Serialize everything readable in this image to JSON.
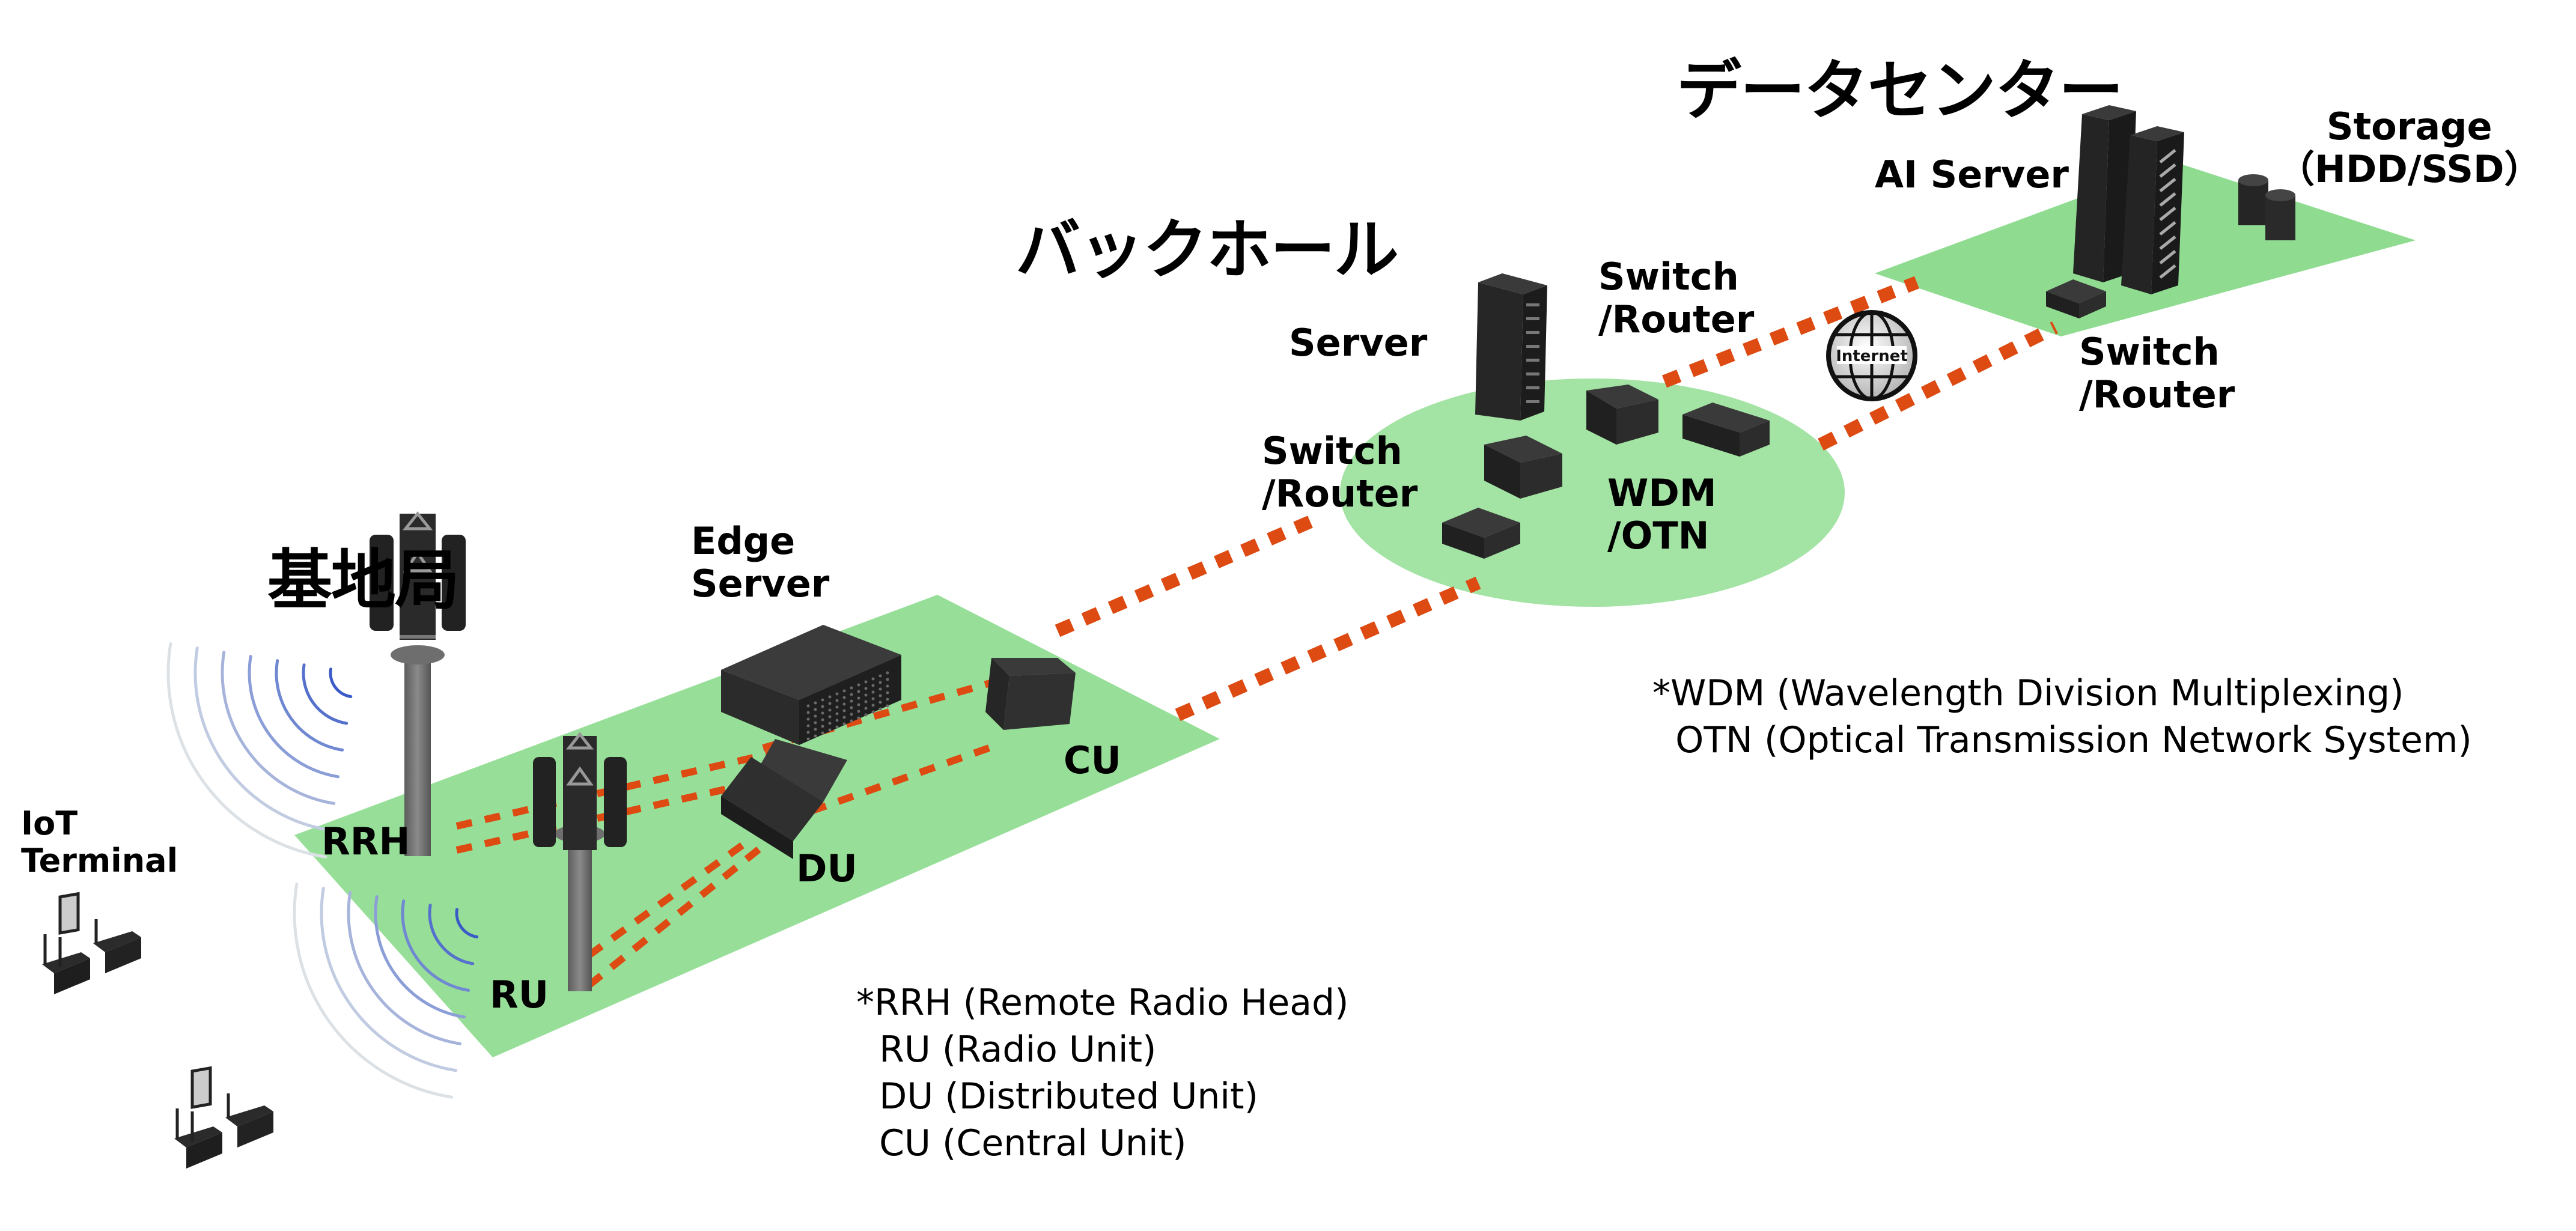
{
  "colors": {
    "zone_green": "#97df98",
    "link_orange": "#dd4a12",
    "device_dark": "#2b2b2b",
    "wave_blue": "#3a5bc7",
    "globe_gray": "#d8d8d8"
  },
  "sections": {
    "base_station": "基地局",
    "backhaul": "バックホール",
    "data_center": "データセンター"
  },
  "labels": {
    "iot_terminal": "IoT\nTerminal",
    "rrh": "RRH",
    "ru": "RU",
    "edge_server": "Edge\nServer",
    "du": "DU",
    "cu": "CU",
    "server": "Server",
    "switch_router_left": "Switch\n/Router",
    "switch_router_top": "Switch\n/Router",
    "wdm_otn": "WDM\n/OTN",
    "internet": "Internet",
    "ai_server": "AI Server",
    "storage": "Storage\n（HDD/SSD）",
    "switch_router_dc": "Switch\n/Router"
  },
  "notes": {
    "ran": "*RRH (Remote Radio Head)\n  RU (Radio Unit)\n  DU (Distributed Unit)\n  CU (Central Unit)",
    "transport": "*WDM (Wavelength Division Multiplexing)\n  OTN (Optical Transmission Network System)"
  },
  "icons": [
    "cell-tower-icon",
    "iot-terminal-icon",
    "edge-server-icon",
    "du-box-icon",
    "cu-box-icon",
    "rack-server-icon",
    "switch-router-icon",
    "wdm-box-icon",
    "internet-globe-icon",
    "ai-server-rack-icon",
    "storage-disk-icon",
    "radio-wave-icon"
  ]
}
